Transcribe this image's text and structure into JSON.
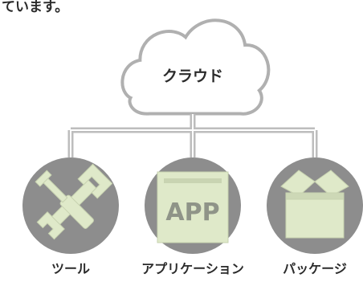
{
  "caption": "ています。",
  "cloud": {
    "label": "クラウド",
    "icon": "cloud-icon"
  },
  "nodes": [
    {
      "label": "ツール",
      "icon": "wrench-screwdriver-icon"
    },
    {
      "label": "アプリケーション",
      "icon": "app-icon",
      "badge": "APP"
    },
    {
      "label": "パッケージ",
      "icon": "package-box-icon"
    }
  ],
  "colors": {
    "circle": "#8d8d8d",
    "icon_fill": "#dfe9c9",
    "connector": "#bdbdbd",
    "text": "#2b2b2b"
  }
}
